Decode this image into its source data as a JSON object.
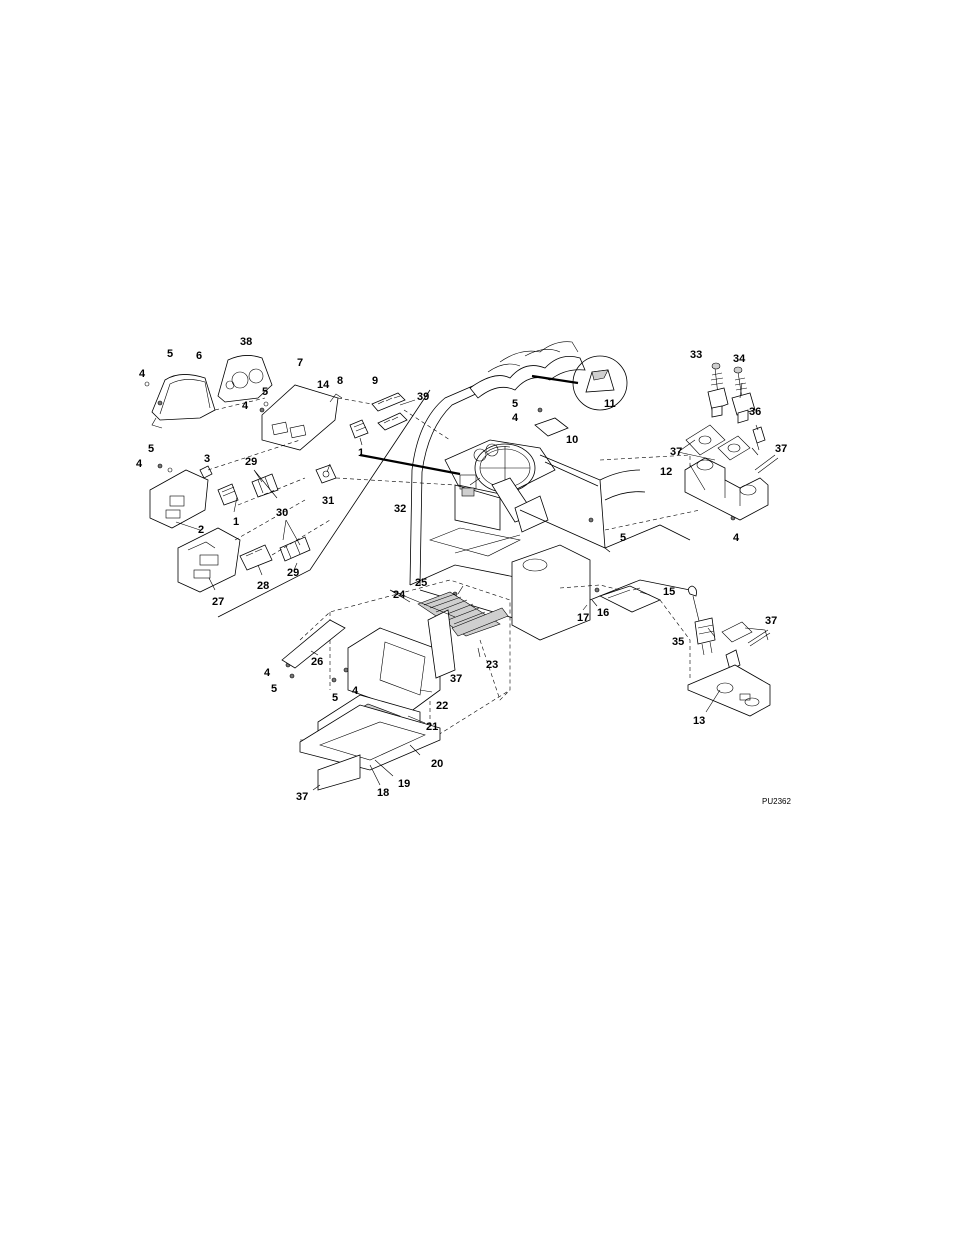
{
  "figure_code": "PU2362",
  "callouts": [
    {
      "id": "c-5-a",
      "text": "5"
    },
    {
      "id": "c-6",
      "text": "6"
    },
    {
      "id": "c-38",
      "text": "38"
    },
    {
      "id": "c-4-a",
      "text": "4"
    },
    {
      "id": "c-7",
      "text": "7"
    },
    {
      "id": "c-14",
      "text": "14"
    },
    {
      "id": "c-8",
      "text": "8"
    },
    {
      "id": "c-9",
      "text": "9"
    },
    {
      "id": "c-39",
      "text": "39"
    },
    {
      "id": "c-5-b",
      "text": "5"
    },
    {
      "id": "c-4-b",
      "text": "4"
    },
    {
      "id": "c-1-a",
      "text": "1"
    },
    {
      "id": "c-5-c",
      "text": "5"
    },
    {
      "id": "c-4-c",
      "text": "4"
    },
    {
      "id": "c-3",
      "text": "3"
    },
    {
      "id": "c-29-a",
      "text": "29"
    },
    {
      "id": "c-31",
      "text": "31"
    },
    {
      "id": "c-1-b",
      "text": "1"
    },
    {
      "id": "c-2",
      "text": "2"
    },
    {
      "id": "c-30",
      "text": "30"
    },
    {
      "id": "c-28",
      "text": "28"
    },
    {
      "id": "c-29-b",
      "text": "29"
    },
    {
      "id": "c-27",
      "text": "27"
    },
    {
      "id": "c-32",
      "text": "32"
    },
    {
      "id": "c-11",
      "text": "11"
    },
    {
      "id": "c-5-d",
      "text": "5"
    },
    {
      "id": "c-4-d",
      "text": "4"
    },
    {
      "id": "c-10",
      "text": "10"
    },
    {
      "id": "c-33",
      "text": "33"
    },
    {
      "id": "c-34",
      "text": "34"
    },
    {
      "id": "c-36",
      "text": "36"
    },
    {
      "id": "c-37-a",
      "text": "37"
    },
    {
      "id": "c-37-b",
      "text": "37"
    },
    {
      "id": "c-12",
      "text": "12"
    },
    {
      "id": "c-4-e",
      "text": "4"
    },
    {
      "id": "c-5-e",
      "text": "5"
    },
    {
      "id": "c-25",
      "text": "25"
    },
    {
      "id": "c-24",
      "text": "24"
    },
    {
      "id": "c-15",
      "text": "15"
    },
    {
      "id": "c-17",
      "text": "17"
    },
    {
      "id": "c-16",
      "text": "16"
    },
    {
      "id": "c-26",
      "text": "26"
    },
    {
      "id": "c-23",
      "text": "23"
    },
    {
      "id": "c-37-c",
      "text": "37"
    },
    {
      "id": "c-4-f",
      "text": "4"
    },
    {
      "id": "c-5-f",
      "text": "5"
    },
    {
      "id": "c-4-g",
      "text": "4"
    },
    {
      "id": "c-5-g",
      "text": "5"
    },
    {
      "id": "c-22",
      "text": "22"
    },
    {
      "id": "c-21",
      "text": "21"
    },
    {
      "id": "c-20",
      "text": "20"
    },
    {
      "id": "c-19",
      "text": "19"
    },
    {
      "id": "c-18",
      "text": "18"
    },
    {
      "id": "c-37-d",
      "text": "37"
    },
    {
      "id": "c-35",
      "text": "35"
    },
    {
      "id": "c-37-e",
      "text": "37"
    },
    {
      "id": "c-13",
      "text": "13"
    }
  ]
}
